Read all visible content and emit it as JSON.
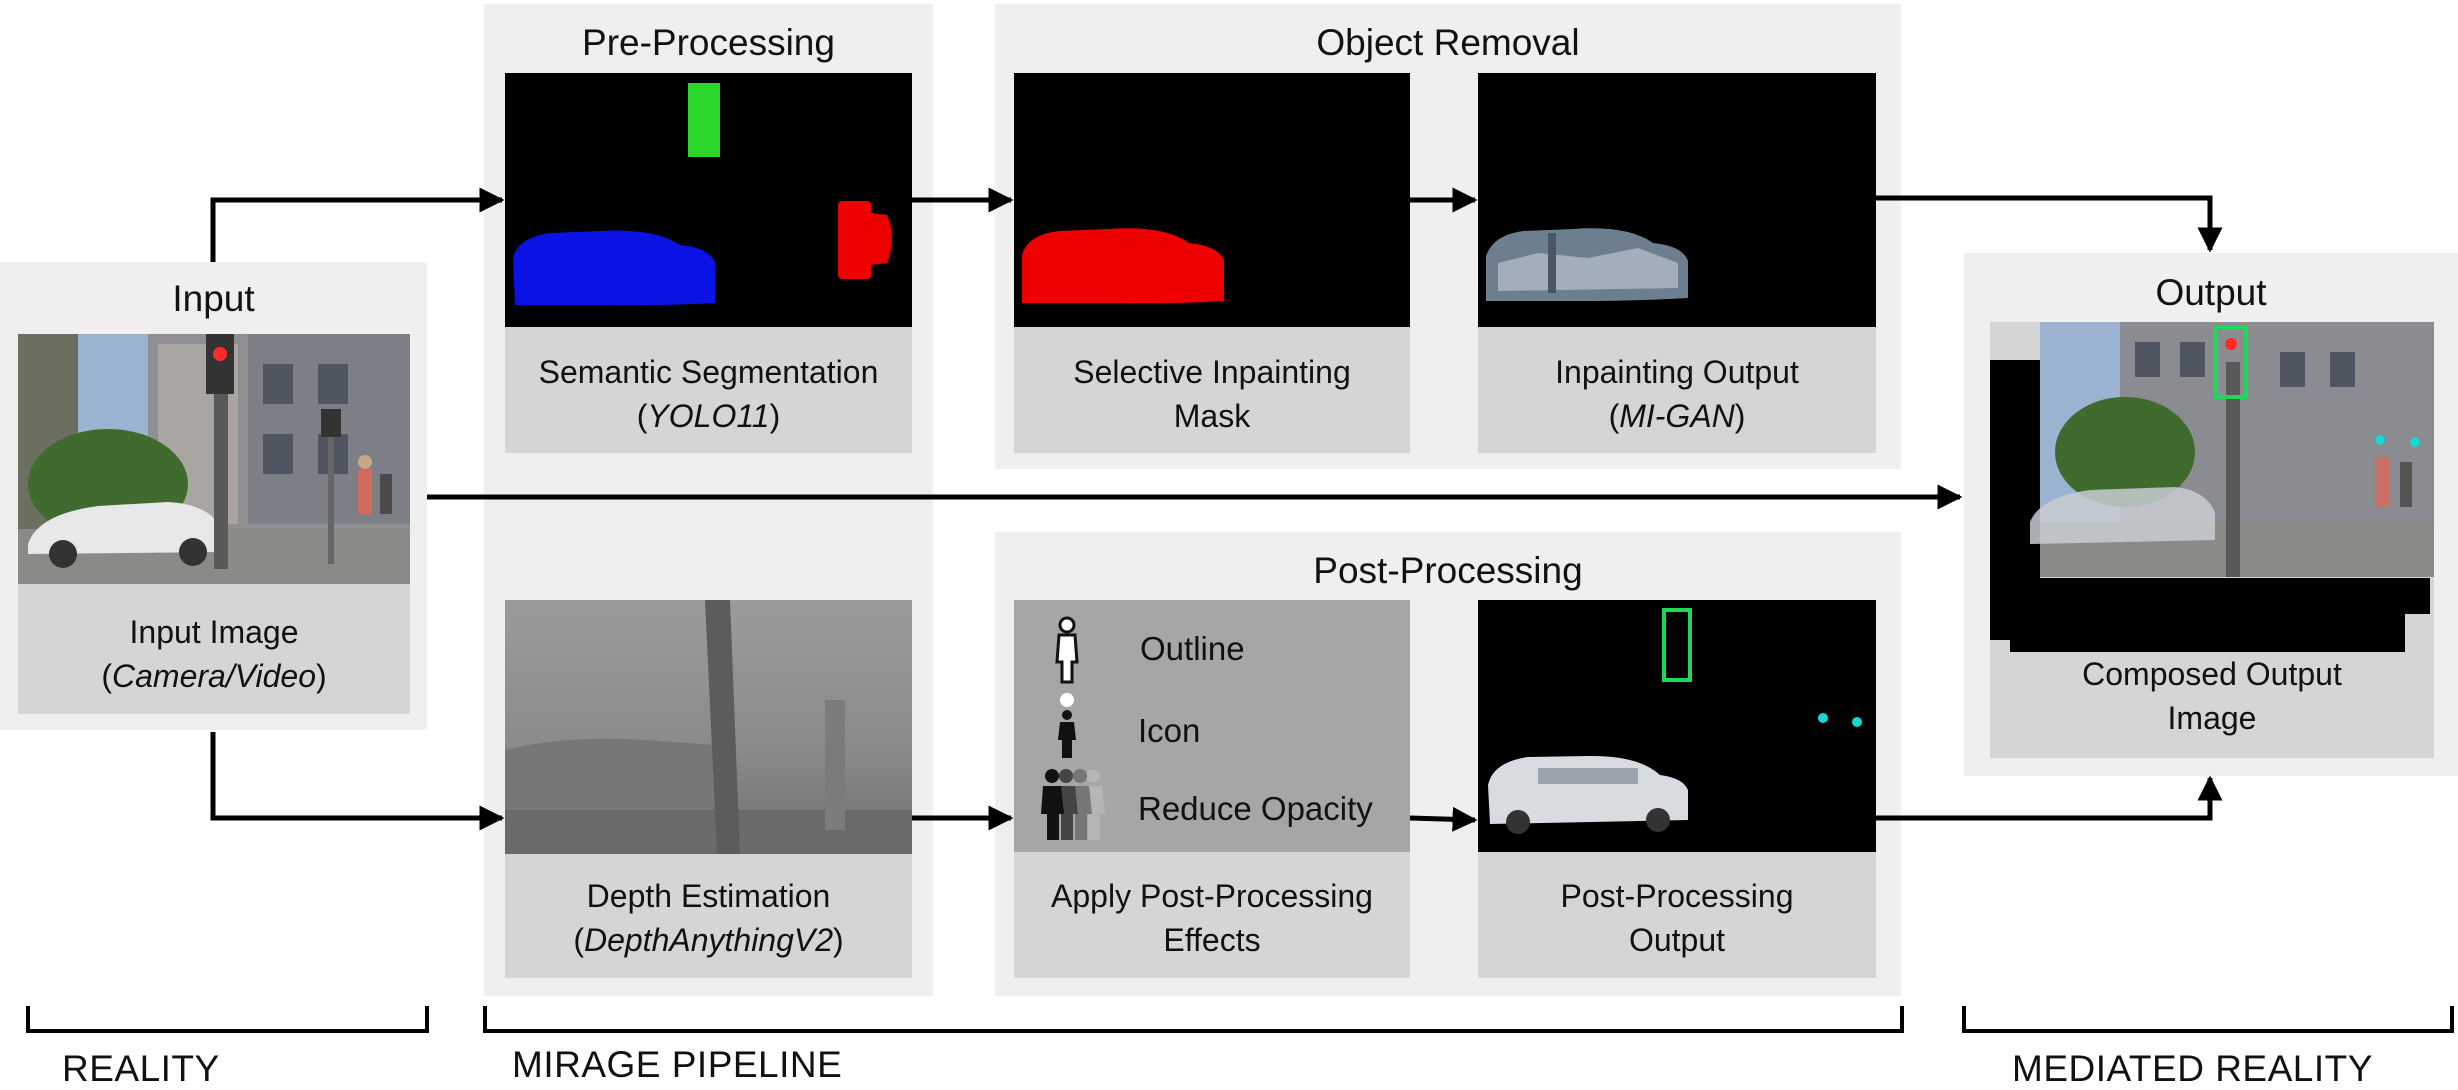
{
  "panels": {
    "input": {
      "title": "Input"
    },
    "preprocessing": {
      "title": "Pre-Processing"
    },
    "object_removal": {
      "title": "Object Removal"
    },
    "postprocessing": {
      "title": "Post-Processing"
    },
    "output": {
      "title": "Output"
    }
  },
  "cards": {
    "input_image": {
      "line1": "Input Image",
      "line2_open": "(",
      "line2_italic": "Camera/Video",
      "line2_close": ")"
    },
    "semantic_seg": {
      "line1": "Semantic Segmentation",
      "line2_open": "(",
      "line2_italic": "YOLO11",
      "line2_close": ")"
    },
    "inpaint_mask": {
      "line1": "Selective Inpainting",
      "line2": "Mask"
    },
    "inpaint_output": {
      "line1": "Inpainting Output",
      "line2_open": "(",
      "line2_italic": "MI-GAN",
      "line2_close": ")"
    },
    "depth": {
      "line1": "Depth Estimation",
      "line2_open": "(",
      "line2_italic": "DepthAnythingV2",
      "line2_close": ")"
    },
    "apply_effects": {
      "line1": "Apply Post-Processing",
      "line2": "Effects"
    },
    "post_output": {
      "line1": "Post-Processing",
      "line2": "Output"
    },
    "composed": {
      "line1": "Composed Output",
      "line2": "Image"
    }
  },
  "effects": {
    "outline": "Outline",
    "icon": "Icon",
    "reduce_opacity": "Reduce Opacity"
  },
  "brackets": {
    "reality": "REALITY",
    "pipeline": "MIRAGE PIPELINE",
    "mediated": "MEDIATED REALITY"
  },
  "colors": {
    "panel_bg": "#efefef",
    "card_bg": "#d5d5d5",
    "seg_person": "#2ad62a",
    "seg_car": "#0a12e6",
    "seg_sign": "#ee0000",
    "outline_green": "#1fd85a",
    "icon_cyan": "#19d6d0"
  }
}
